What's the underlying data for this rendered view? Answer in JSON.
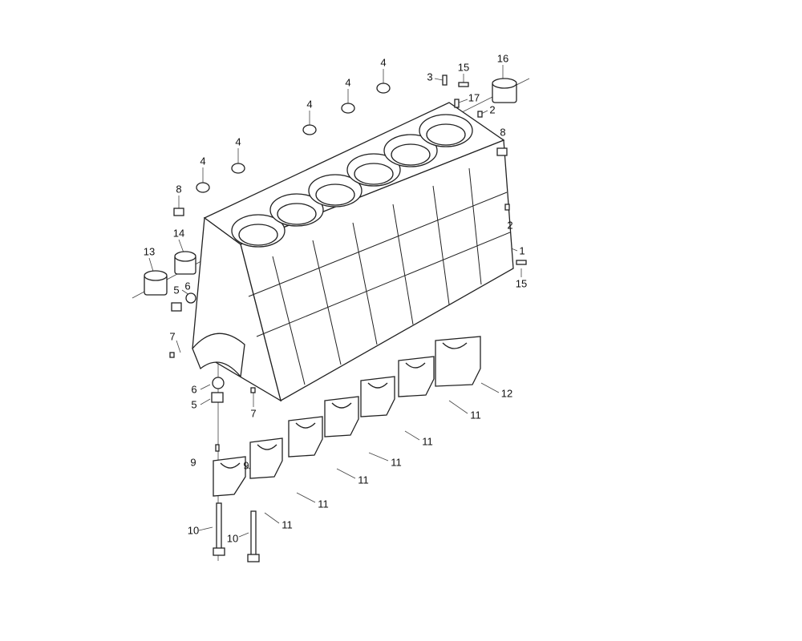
{
  "title": "Cylinder block exploded view",
  "callouts": [
    {
      "id": "c4a",
      "text": "4"
    },
    {
      "id": "c4b",
      "text": "4"
    },
    {
      "id": "c4c",
      "text": "4"
    },
    {
      "id": "c4d",
      "text": "4"
    },
    {
      "id": "c4e",
      "text": "4"
    },
    {
      "id": "c3",
      "text": "3"
    },
    {
      "id": "c15a",
      "text": "15"
    },
    {
      "id": "c16",
      "text": "16"
    },
    {
      "id": "c17",
      "text": "17"
    },
    {
      "id": "c2a",
      "text": "2"
    },
    {
      "id": "c8a",
      "text": "8"
    },
    {
      "id": "c8b",
      "text": "8"
    },
    {
      "id": "c2b",
      "text": "2"
    },
    {
      "id": "c1",
      "text": "1"
    },
    {
      "id": "c15b",
      "text": "15"
    },
    {
      "id": "c14",
      "text": "14"
    },
    {
      "id": "c13",
      "text": "13"
    },
    {
      "id": "c5a",
      "text": "5"
    },
    {
      "id": "c6a",
      "text": "6"
    },
    {
      "id": "c7a",
      "text": "7"
    },
    {
      "id": "c6b",
      "text": "6"
    },
    {
      "id": "c5b",
      "text": "5"
    },
    {
      "id": "c7b",
      "text": "7"
    },
    {
      "id": "c12",
      "text": "12"
    },
    {
      "id": "c11a",
      "text": "11"
    },
    {
      "id": "c11b",
      "text": "11"
    },
    {
      "id": "c11c",
      "text": "11"
    },
    {
      "id": "c11d",
      "text": "11"
    },
    {
      "id": "c11e",
      "text": "11"
    },
    {
      "id": "c11f",
      "text": "11"
    },
    {
      "id": "c9a",
      "text": "9"
    },
    {
      "id": "c9b",
      "text": "9"
    },
    {
      "id": "c10a",
      "text": "10"
    },
    {
      "id": "c10b",
      "text": "10"
    }
  ]
}
